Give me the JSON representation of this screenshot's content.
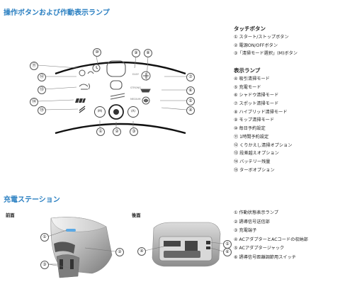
{
  "section1": {
    "title": "操作ボタンおよび作動表示ランプ"
  },
  "panel": {
    "labels": {
      "easy": "EASY",
      "strong": "STRONG",
      "medium": "MEDIUM"
    },
    "buttons": [
      "(M)",
      "",
      "(A)"
    ],
    "callouts": [
      "①",
      "②",
      "③",
      "④",
      "⑤",
      "⑥",
      "⑦",
      "⑧",
      "⑨",
      "⑩",
      "⑪",
      "⑫",
      "⑬",
      "⑭",
      "⑮"
    ]
  },
  "touch_buttons": {
    "heading": "タッチボタン",
    "items": [
      "① スタート/ストップボタン",
      "② 電源ON/OFFボタン",
      "③「清掃モード選択」(M)ボタン"
    ]
  },
  "display_lamps": {
    "heading": "表示ランプ",
    "items": [
      "④ 吸引清掃モード",
      "⑤ 充電モード",
      "⑥ シャドウ清掃モード",
      "⑦ スポット清掃モード",
      "⑧ ハイブリッド清掃モード",
      "⑨ モップ清掃モード",
      "⑩ 毎日予約設定",
      "⑪ 1時間予約設定",
      "⑫ くりかえし清掃オプション",
      "⑬ 段差越えオプション",
      "⑭ バッテリー残量",
      "⑮ ターボオプション"
    ]
  },
  "section2": {
    "title": "充電ステーション",
    "front_label": "前面",
    "rear_label": "後面"
  },
  "station_parts": {
    "items": [
      "① 作動状態表示ランプ",
      "② 誘導信号送信部",
      "③ 充電端子",
      "④ ACアダプターとACコードの収納部",
      "⑤ ACアダプタージャック",
      "⑥ 誘導信号距離調節用スイッチ"
    ]
  },
  "station_callouts": [
    "①",
    "②",
    "③",
    "④",
    "⑤",
    "⑥"
  ]
}
